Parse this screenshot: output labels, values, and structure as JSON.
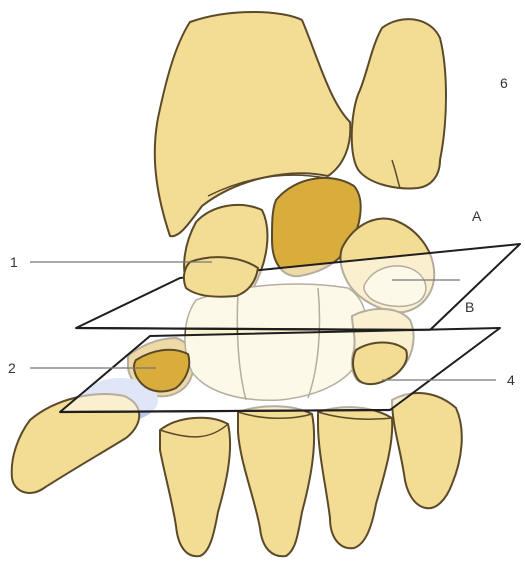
{
  "labels": {
    "six": "6",
    "one": "1",
    "plane_a": "A",
    "plane_b": "B",
    "two": "2",
    "four": "4"
  },
  "colors": {
    "bone": "#f3dc93",
    "highlighted_bone": "#d9ad3c",
    "plane_fill": "#ffffff",
    "outline": "#5b4a2a",
    "accent_blue": "#b8c8f0"
  }
}
